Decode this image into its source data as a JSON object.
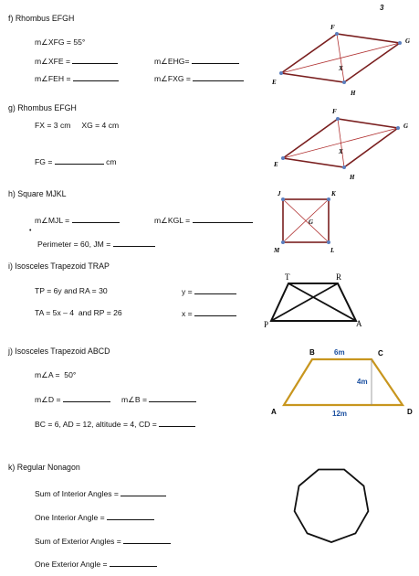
{
  "page_number": "3",
  "problems": {
    "f": {
      "title": "f) Rhombus EFGH",
      "given": "m∠XFG = 55°",
      "q1": "m∠XFE =",
      "q2": "m∠EHG=",
      "q3": "m∠FEH =",
      "q4": "m∠FXG ="
    },
    "g": {
      "title": "g) Rhombus EFGH",
      "given": "FX = 3 cm     XG = 4 cm",
      "q1": "FG =",
      "q1_unit": "cm"
    },
    "h": {
      "title": "h) Square MJKL",
      "q1": "m∠MJL =",
      "q2": "m∠KGL =",
      "q3": "Perimeter = 60, JM ="
    },
    "i": {
      "title": "i) Isosceles Trapezoid TRAP",
      "given1": "TP = 6y and RA = 30",
      "q1": "y =",
      "given2": "TA = 5x – 4  and RP = 26",
      "q2": "x ="
    },
    "j": {
      "title": "j) Isosceles Trapezoid ABCD",
      "given": "m∠A =  50°",
      "q1": "m∠D =",
      "q2": "m∠B =",
      "q3": "BC = 6, AD = 12, altitude = 4, CD ="
    },
    "k": {
      "title": "k) Regular Nonagon",
      "q1": "Sum of Interior Angles =",
      "q2": "One Interior Angle =",
      "q3": "Sum of Exterior Angles =",
      "q4": "One Exterior Angle ="
    }
  },
  "figures": {
    "rhombus1": {
      "E": "E",
      "F": "F",
      "G": "G",
      "H": "H",
      "X": "X"
    },
    "rhombus2": {
      "E": "E",
      "F": "F",
      "G": "G",
      "H": "H",
      "X": "X"
    },
    "square": {
      "J": "J",
      "K": "K",
      "L": "L",
      "M": "M",
      "G": "G"
    },
    "trap1": {
      "T": "T",
      "R": "R",
      "A": "A",
      "P": "P"
    },
    "trap2": {
      "A": "A",
      "B": "B",
      "C": "C",
      "D": "D",
      "top": "6m",
      "altitude": "4m",
      "bottom": "12m"
    }
  },
  "colors": {
    "rhombus": "#7a1f1f",
    "trapezoid_abcd": "#c8961e",
    "label_blue": "#1a4fa0",
    "vertex": "#5b7fbf"
  }
}
